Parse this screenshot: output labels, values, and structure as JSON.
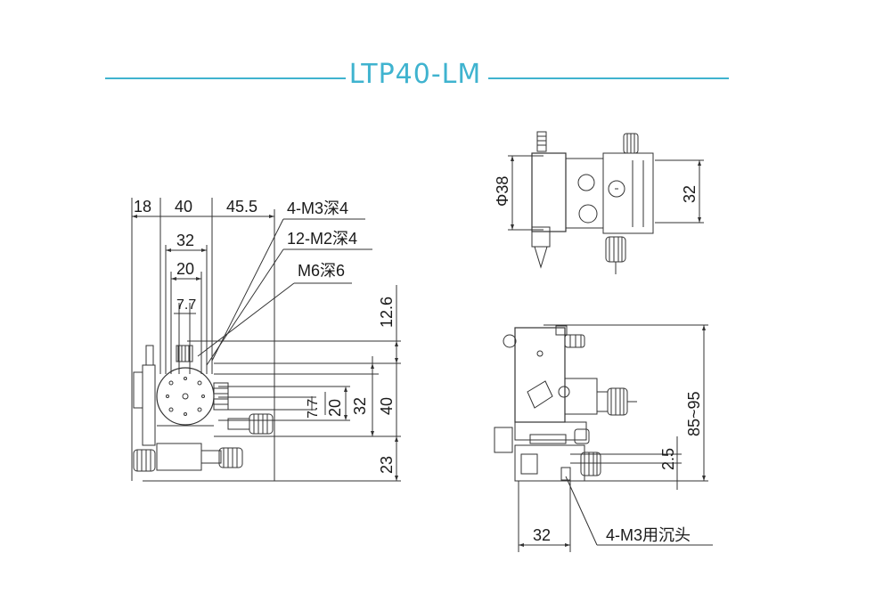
{
  "header": {
    "title": "LTP40-LM",
    "accent_color": "#3fb3cf"
  },
  "front_view": {
    "dims_top": [
      "18",
      "40",
      "45.5"
    ],
    "dims_mid": [
      "32",
      "20",
      "7.7"
    ],
    "dims_right": [
      "12.6",
      "7.7",
      "20",
      "32",
      "40",
      "23"
    ],
    "callouts": [
      "4-M3深4",
      "12-M2深4",
      "M6深6"
    ]
  },
  "top_view": {
    "diameter": "Φ38",
    "height": "32"
  },
  "side_view": {
    "height_range": "85~95",
    "offset": "2.5",
    "width": "32",
    "callout": "4-M3用沉头"
  },
  "colors": {
    "line": "#333333",
    "dim": "#555555"
  }
}
